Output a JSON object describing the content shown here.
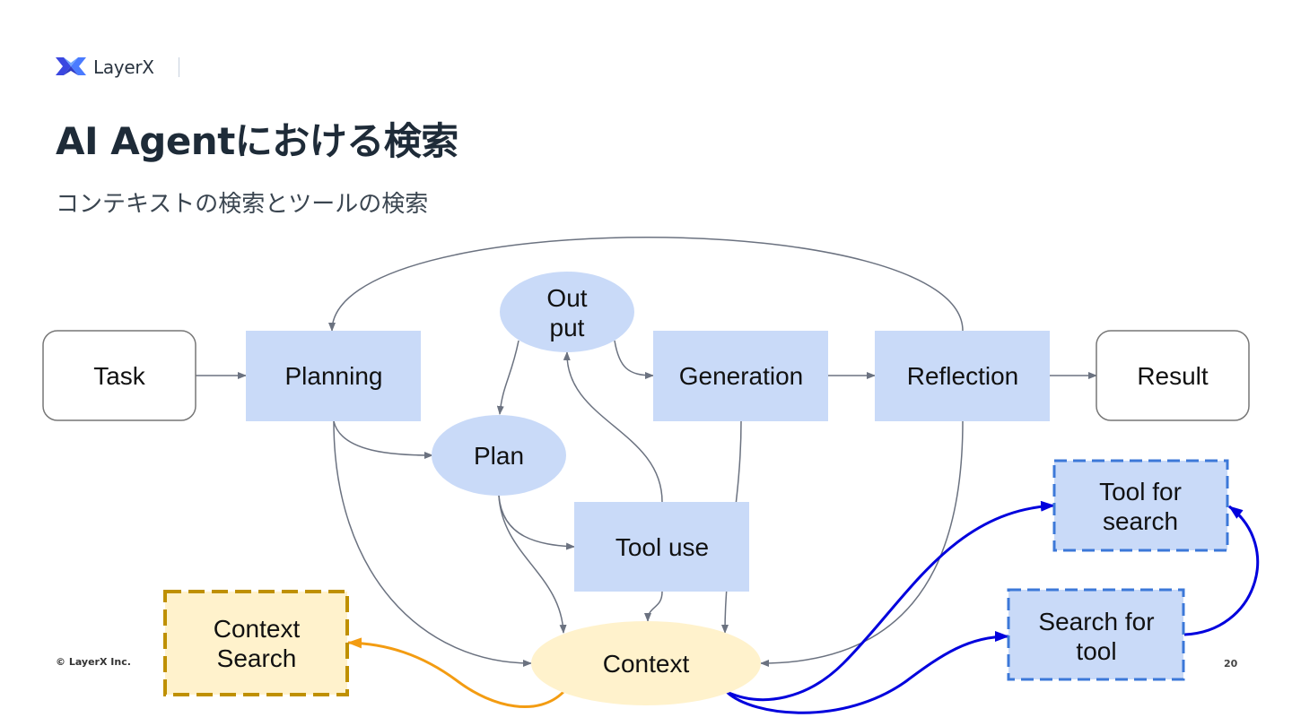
{
  "header": {
    "logo_text": "LayerX",
    "title": "AI Agentにおける検索",
    "subtitle": "コンテキストの検索とツールの検索"
  },
  "footer": {
    "copyright": "© LayerX Inc.",
    "page_number": "20"
  },
  "diagram": {
    "nodes": {
      "task": "Task",
      "planning": "Planning",
      "output_line1": "Out",
      "output_line2": "put",
      "generation": "Generation",
      "reflection": "Reflection",
      "result": "Result",
      "plan": "Plan",
      "tool_use": "Tool use",
      "context": "Context",
      "context_search_line1": "Context",
      "context_search_line2": "Search",
      "tool_for_search_line1": "Tool for",
      "tool_for_search_line2": "search",
      "search_for_tool_line1": "Search for",
      "search_for_tool_line2": "tool"
    },
    "colors": {
      "process_fill": "#c9daf8",
      "context_fill": "#fff2cc",
      "context_search_fill": "#fff2cc",
      "context_search_border": "#bf9000",
      "tool_search_border": "#3c78d8",
      "edge_gray": "#6b7280",
      "edge_orange": "#f39c12",
      "edge_blue": "#0000dd"
    }
  }
}
